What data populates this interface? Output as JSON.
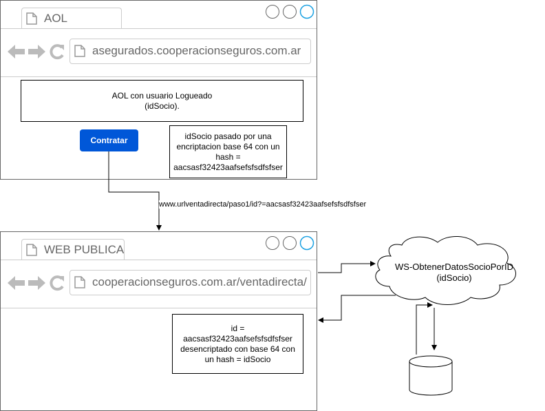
{
  "aol_browser": {
    "tab_title": "AOL",
    "url": "asegurados.cooperacionseguros.com.ar",
    "logged_box": "AOL con usuario Logueado\n(idSocio).",
    "button_label": "Contratar",
    "note": "idSocio pasado por una encriptacion base 64 con un hash =\naacsasf32423aafsefsfsdfsfser"
  },
  "connector_label": "www.urlventadirecta/paso1/id?=aacsasf32423aafsefsfsdfsfser",
  "web_browser": {
    "tab_title": "WEB PUBLICA",
    "url": "cooperacionseguros.com.ar/ventadirecta/",
    "note": "id = aacsasf32423aafsefsfsdfsfser\ndesencriptado con base 64 con un hash = idSocio"
  },
  "cloud": {
    "text": "WS-ObtenerDatosSocioPorID\n(idSocio)"
  },
  "colors": {
    "button": "#0057d8",
    "window_border": "#666666",
    "chrome_line": "#cccccc",
    "accent_circle": "#1ba1e2"
  },
  "icons": [
    "page-icon",
    "back-arrow-icon",
    "forward-arrow-icon",
    "refresh-icon",
    "window-control-icon",
    "cloud-icon",
    "database-icon"
  ]
}
